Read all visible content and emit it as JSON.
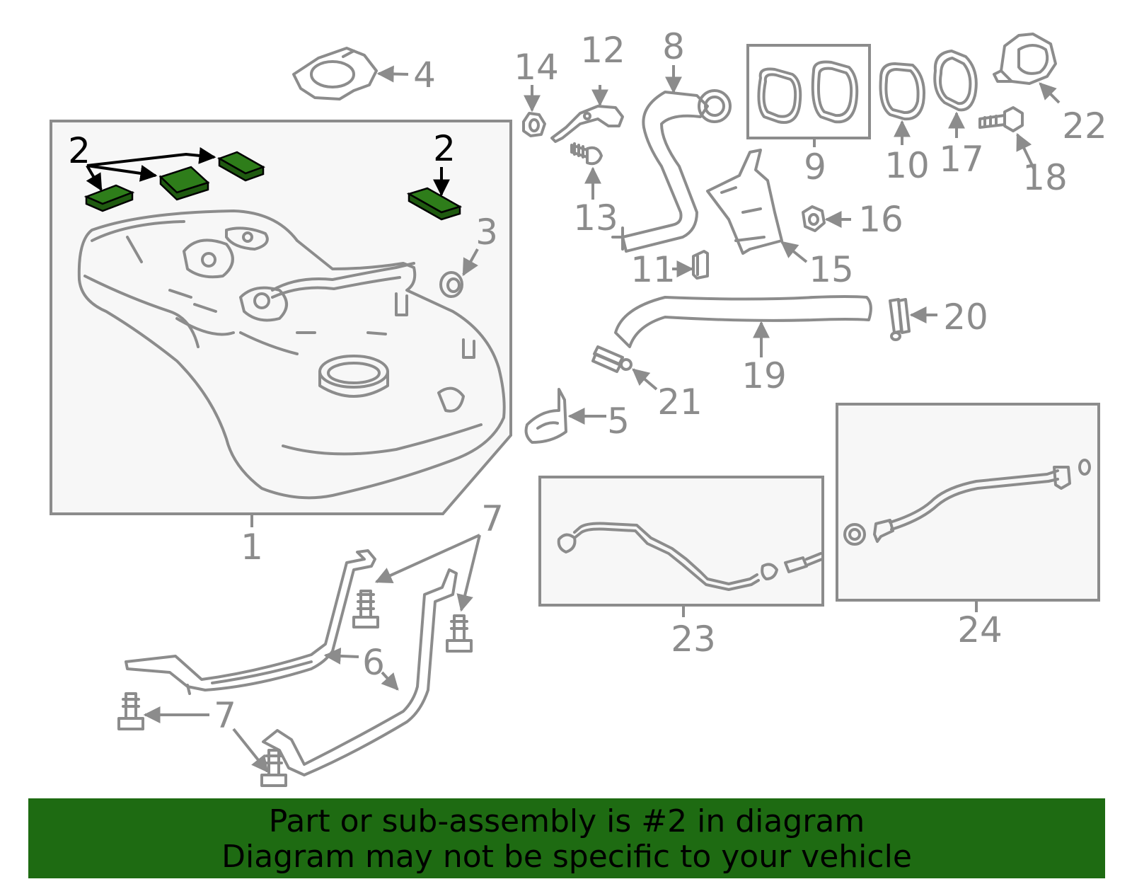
{
  "diagram": {
    "callouts": {
      "c1": "1",
      "c2a": "2",
      "c2b": "2",
      "c3": "3",
      "c4": "4",
      "c5": "5",
      "c6": "6",
      "c7a": "7",
      "c7b": "7",
      "c8": "8",
      "c9": "9",
      "c10": "10",
      "c11": "11",
      "c12": "12",
      "c13": "13",
      "c14": "14",
      "c15": "15",
      "c16": "16",
      "c17": "17",
      "c18": "18",
      "c19": "19",
      "c20": "20",
      "c21": "21",
      "c22": "22",
      "c23": "23",
      "c24": "24"
    },
    "highlight_part": "2"
  },
  "banner": {
    "line1": "Part or sub-assembly is #2 in diagram",
    "line2": "Diagram may not be specific to your vehicle"
  },
  "colors": {
    "line": "#8c8c8c",
    "highlight": "#2e7d1a",
    "banner": "#1e6b12",
    "box_fill": "#f7f7f7"
  }
}
